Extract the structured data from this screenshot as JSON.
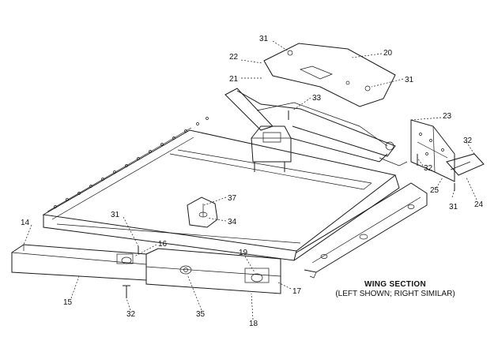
{
  "caption": {
    "title": "WING SECTION",
    "subtitle": "(LEFT SHOWN; RIGHT SIMILAR)"
  },
  "callouts": {
    "c31a": "31",
    "c20": "20",
    "c22": "22",
    "c21": "21",
    "c31b": "31",
    "c33": "33",
    "c23": "23",
    "c32a": "32",
    "c32b": "32",
    "c25": "25",
    "c31c": "31",
    "c24": "24",
    "c37": "37",
    "c34": "34",
    "c31d": "31",
    "c14": "14",
    "c16": "16",
    "c19": "19",
    "c17": "17",
    "c15": "15",
    "c35": "35",
    "c32c": "32",
    "c18": "18"
  }
}
